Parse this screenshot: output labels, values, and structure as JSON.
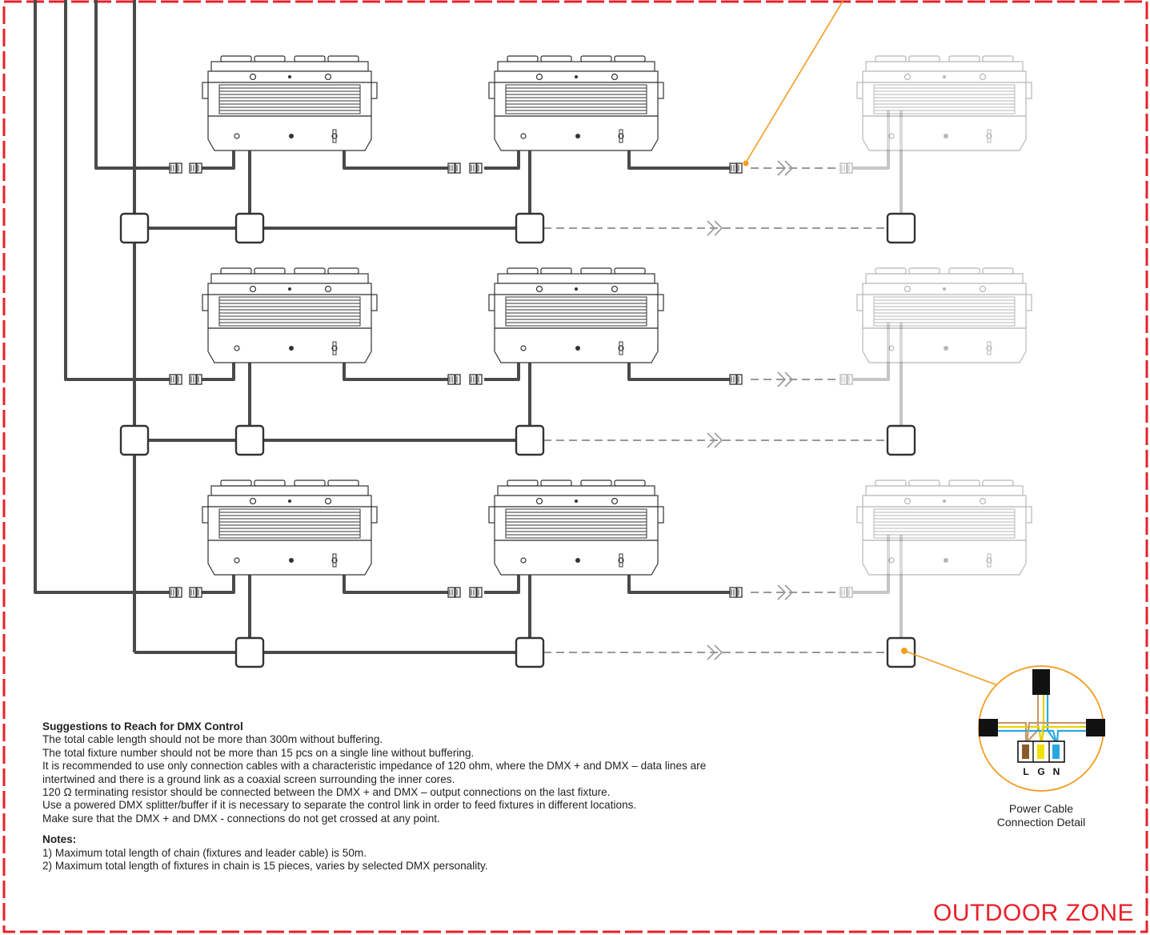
{
  "suggestions": {
    "title": "Suggestions to Reach for DMX Control",
    "lines": [
      "The total cable length should not be more than 300m without buffering.",
      "The total fixture number should not be more than 15 pcs on a single line without buffering.",
      "It is recommended to use only connection cables with a characteristic impedance of 120 ohm, where the DMX + and DMX – data lines are",
      "intertwined and there is a ground link as a coaxial screen surrounding the inner cores.",
      "120 Ω terminating resistor should be connected between the DMX + and DMX – output connections on the last fixture.",
      "Use a powered DMX splitter/buffer if it is necessary to separate the control link in order to feed fixtures in different locations.",
      "Make sure that the DMX + and DMX - connections do not get crossed at any point."
    ]
  },
  "notes": {
    "title": "Notes:",
    "lines": [
      "1) Maximum total length of chain (fixtures and leader cable) is 50m.",
      "2) Maximum total length of fixtures in chain is 15 pieces, varies by selected DMX personality."
    ]
  },
  "zone_label": "OUTDOOR ZONE",
  "detail": {
    "caption_line1": "Power Cable",
    "caption_line2": "Connection Detail",
    "terminal_labels": [
      "L",
      "G",
      "N"
    ]
  },
  "colors": {
    "border": "#e8202a",
    "cable": "#4a4a4a",
    "cable_faded": "#c6c6c6",
    "leader": "#f39c1e",
    "dashed": "#999999"
  }
}
